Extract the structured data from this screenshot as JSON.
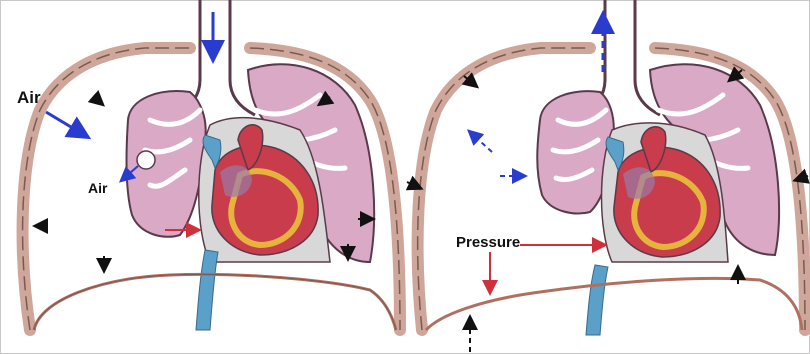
{
  "labels": {
    "air_large": "Air",
    "air_small": "Air",
    "pressure": "Pressure"
  },
  "colors": {
    "lung": "#d9a9c6",
    "lung_edge": "#5a3a4a",
    "ribcage": "#cfa79a",
    "rib_segment": "#e6dccf",
    "heart_red": "#c83c4c",
    "heart_yellow": "#e6b43c",
    "vessel_blue": "#5aa0c8",
    "mediastinum": "#d8d8d8",
    "air_arrow": "#2a3cd0",
    "pressure_arrow": "#d0303c",
    "black_arrow": "#111111"
  }
}
